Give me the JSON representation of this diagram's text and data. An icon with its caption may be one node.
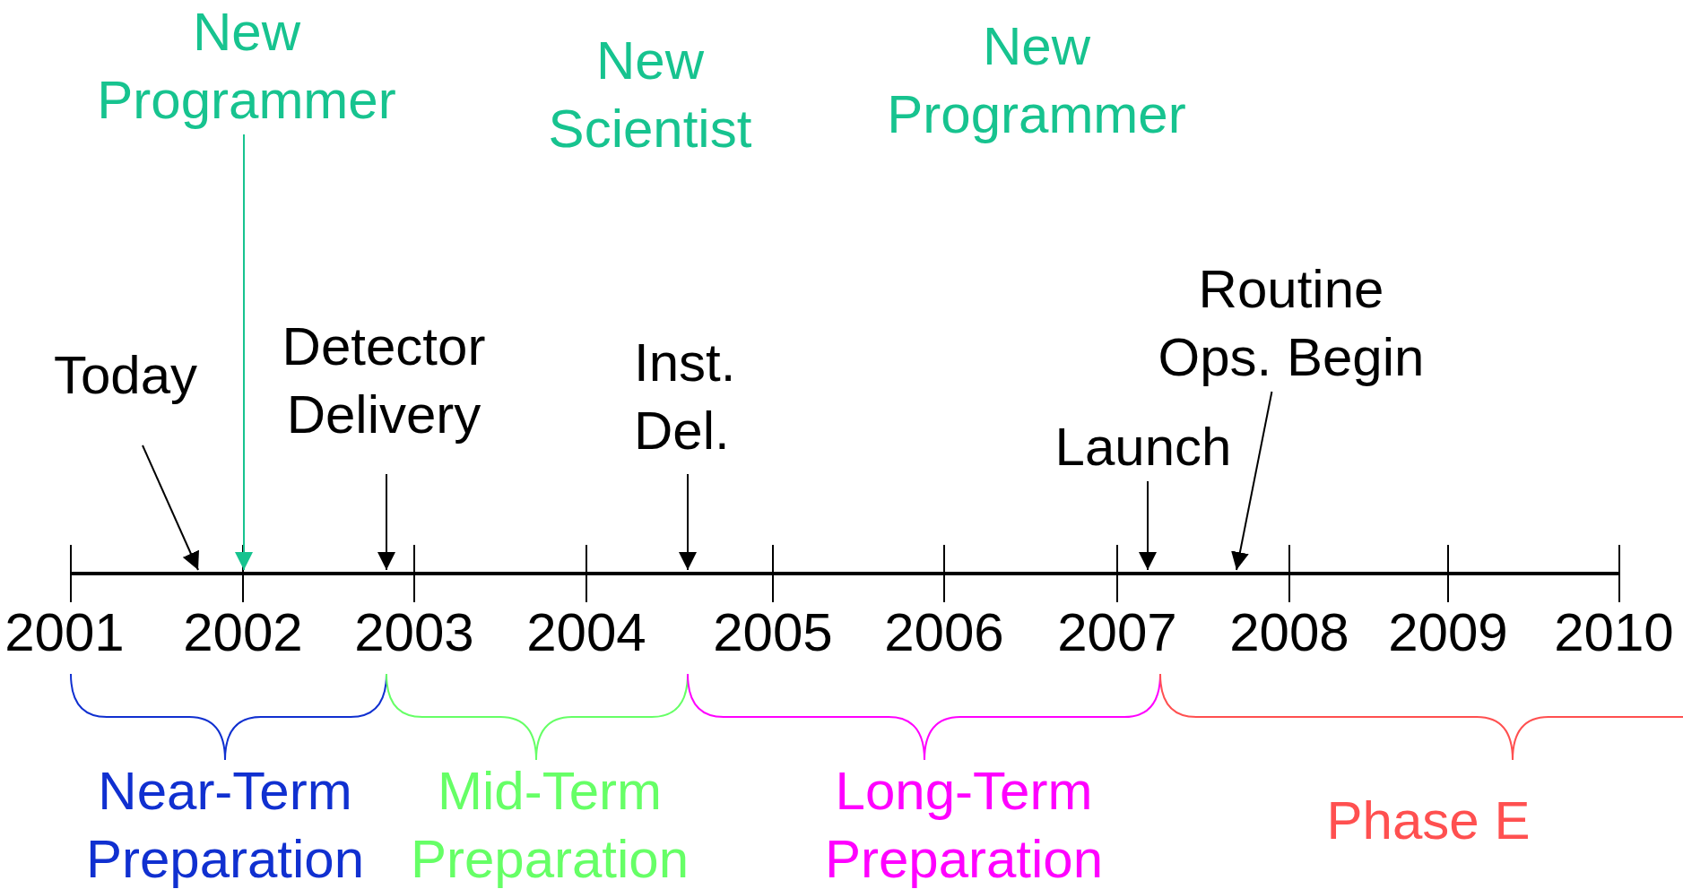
{
  "diagram": {
    "nodes": [
      {
        "text": [
          "New Programmer"
        ]
      },
      {
        "text": [
          "Today"
        ]
      },
      {
        "text": [
          "Detector Delivery"
        ]
      },
      {
        "text": [
          "Inst. Del."
        ]
      },
      {
        "text": [
          "Launch"
        ]
      },
      {
        "text": [
          "Routine Ops. Begin"
        ]
      }
    ],
    "edges": [
      {
        "from": 0,
        "to": null,
        "arrow": "to",
        "color": "#17c38f"
      },
      {
        "from": 1,
        "to": null,
        "arrow": "to"
      },
      {
        "from": 2,
        "to": null,
        "arrow": "to"
      },
      {
        "from": 3,
        "to": null,
        "arrow": "to"
      },
      {
        "from": 4,
        "to": null,
        "arrow": "to"
      },
      {
        "from": 5,
        "to": null,
        "arrow": "to"
      }
    ],
    "labels": [
      "New Scientist",
      "New Programmer",
      "2001",
      "2002",
      "2003",
      "2004",
      "2005",
      "2006",
      "2007",
      "2008",
      "2009",
      "2010",
      "Near-Term Preparation",
      "Mid-Term Preparation",
      "Long-Term Preparation",
      "Phase E"
    ]
  }
}
